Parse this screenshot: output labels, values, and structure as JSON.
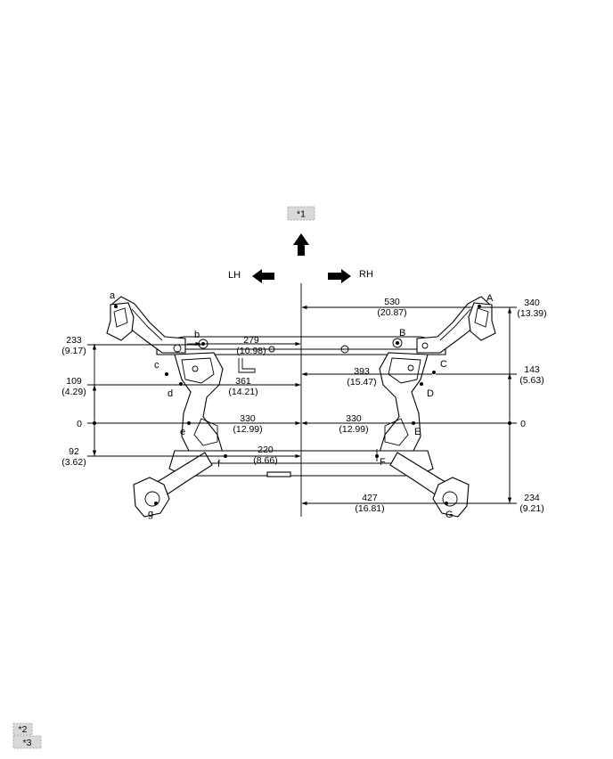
{
  "callouts": {
    "top": "*1",
    "bottom_1": "*2",
    "bottom_2": "*3"
  },
  "directions": {
    "left": "LH",
    "right": "RH"
  },
  "points": {
    "a": "a",
    "b": "b",
    "c": "c",
    "d": "d",
    "e": "e",
    "f": "f",
    "g": "g",
    "A": "A",
    "B": "B",
    "C": "C",
    "D": "D",
    "E": "E",
    "F": "F",
    "G": "G"
  },
  "dimensions": {
    "A_width": {
      "mm": "530",
      "in": "(20.87)"
    },
    "A_height": {
      "mm": "340",
      "in": "(13.39)"
    },
    "b_width": {
      "mm": "279",
      "in": "(10.98)"
    },
    "b_height": {
      "mm": "233",
      "in": "(9.17)"
    },
    "C_width": {
      "mm": "393",
      "in": "(15.47)"
    },
    "C_height": {
      "mm": "143",
      "in": "(5.63)"
    },
    "d_width": {
      "mm": "361",
      "in": "(14.21)"
    },
    "d_height": {
      "mm": "109",
      "in": "(4.29)"
    },
    "e_width": {
      "mm": "330",
      "in": "(12.99)"
    },
    "E_width": {
      "mm": "330",
      "in": "(12.99)"
    },
    "zero_left": "0",
    "zero_right": "0",
    "f_width": {
      "mm": "220",
      "in": "(8.66)"
    },
    "f_height": {
      "mm": "92",
      "in": "(3.62)"
    },
    "G_width": {
      "mm": "427",
      "in": "(16.81)"
    },
    "G_height": {
      "mm": "234",
      "in": "(9.21)"
    }
  },
  "colors": {
    "line": "#000000",
    "callout_fill": "#d9d9d9",
    "callout_border": "#9a9a9a"
  },
  "icons": {
    "up_arrow": "arrow-up-icon",
    "left_arrow": "arrow-left-icon",
    "right_arrow": "arrow-right-icon"
  }
}
